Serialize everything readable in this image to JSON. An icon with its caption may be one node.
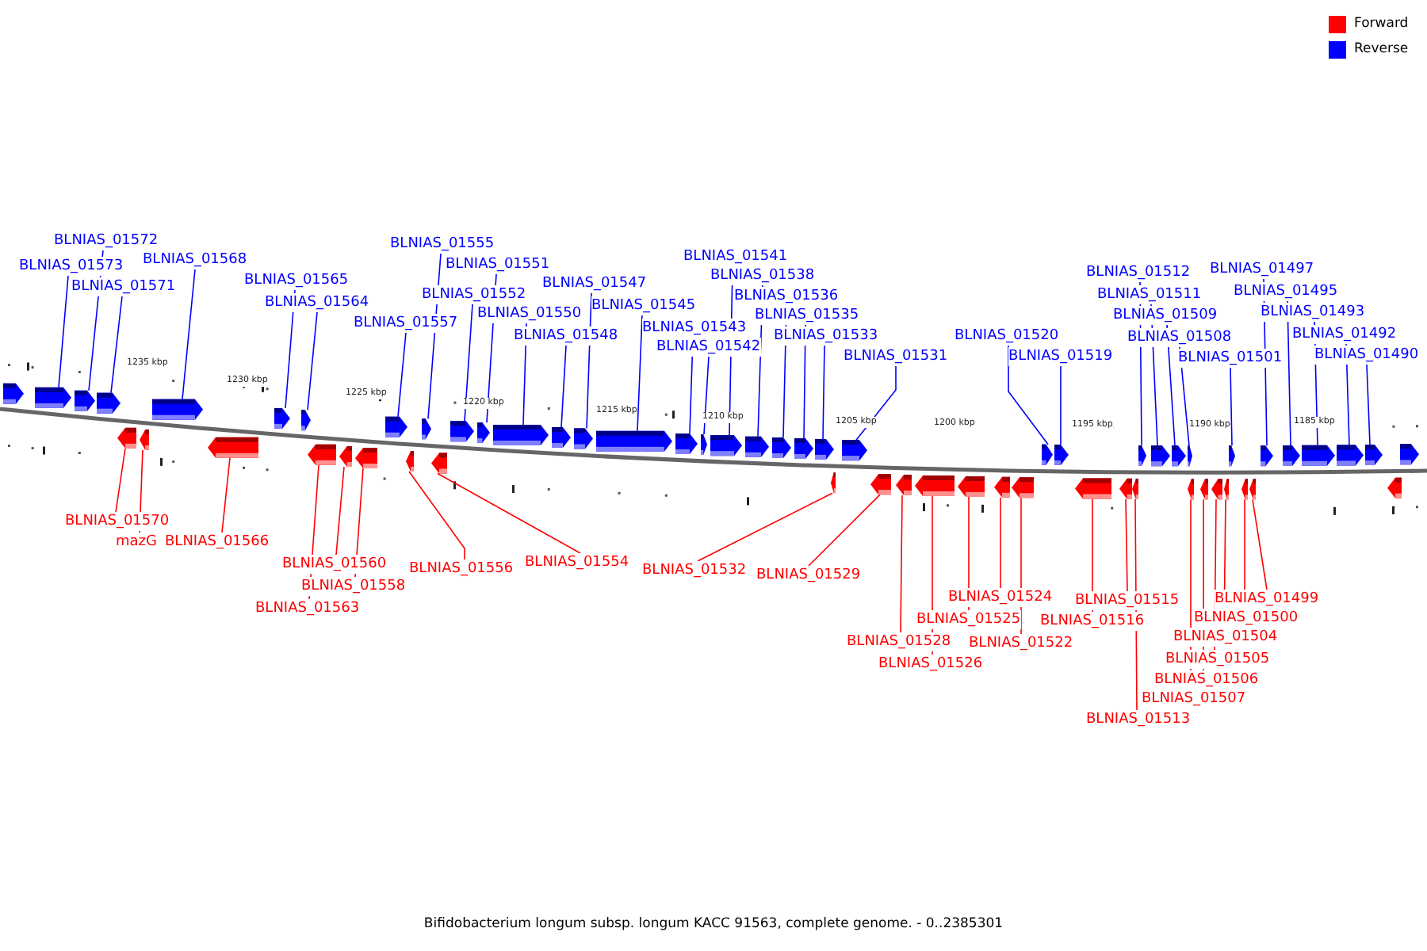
{
  "diagram": {
    "caption": "Bifidobacterium longum subsp. longum KACC 91563, complete genome. - 0..2385301",
    "nodes": [
      {
        "text": [
          "BLNIAS_01572"
        ]
      },
      {
        "text": [
          "BLNIAS_01573"
        ]
      },
      {
        "text": [
          "BLNIAS_01571"
        ]
      },
      {
        "text": [
          "BLNIAS_01568"
        ]
      },
      {
        "text": [
          "BLNIAS_01565"
        ]
      },
      {
        "text": [
          "BLNIAS_01564"
        ]
      },
      {
        "text": [
          "BLNIAS_01557"
        ]
      },
      {
        "text": [
          "BLNIAS_01555"
        ]
      },
      {
        "text": [
          "BLNIAS_01551"
        ]
      },
      {
        "text": [
          "BLNIAS_01552"
        ]
      },
      {
        "text": [
          "BLNIAS_01550"
        ]
      },
      {
        "text": [
          "BLNIAS_01548"
        ]
      },
      {
        "text": [
          "BLNIAS_01547"
        ]
      },
      {
        "text": [
          "BLNIAS_01545"
        ]
      },
      {
        "text": [
          "BLNIAS_01543"
        ]
      },
      {
        "text": [
          "BLNIAS_01542"
        ]
      },
      {
        "text": [
          "BLNIAS_01541"
        ]
      },
      {
        "text": [
          "BLNIAS_01538"
        ]
      },
      {
        "text": [
          "BLNIAS_01536"
        ]
      },
      {
        "text": [
          "BLNIAS_01535"
        ]
      },
      {
        "text": [
          "BLNIAS_01533"
        ]
      },
      {
        "text": [
          "BLNIAS_01531"
        ]
      },
      {
        "text": [
          "BLNIAS_01520"
        ]
      },
      {
        "text": [
          "BLNIAS_01519"
        ]
      },
      {
        "text": [
          "BLNIAS_01512"
        ]
      },
      {
        "text": [
          "BLNIAS_01511"
        ]
      },
      {
        "text": [
          "BLNIAS_01509"
        ]
      },
      {
        "text": [
          "BLNIAS_01508"
        ]
      },
      {
        "text": [
          "BLNIAS_01501"
        ]
      },
      {
        "text": [
          "BLNIAS_01497"
        ]
      },
      {
        "text": [
          "BLNIAS_01495"
        ]
      },
      {
        "text": [
          "BLNIAS_01493"
        ]
      },
      {
        "text": [
          "BLNIAS_01492"
        ]
      },
      {
        "text": [
          "BLNIAS_01490"
        ]
      },
      {
        "text": [
          "BLNIAS_01570"
        ]
      },
      {
        "text": [
          "mazG"
        ]
      },
      {
        "text": [
          "BLNIAS_01566"
        ]
      },
      {
        "text": [
          "BLNIAS_01560"
        ]
      },
      {
        "text": [
          "BLNIAS_01558"
        ]
      },
      {
        "text": [
          "BLNIAS_01563"
        ]
      },
      {
        "text": [
          "BLNIAS_01556"
        ]
      },
      {
        "text": [
          "BLNIAS_01554"
        ]
      },
      {
        "text": [
          "BLNIAS_01532"
        ]
      },
      {
        "text": [
          "BLNIAS_01529"
        ]
      },
      {
        "text": [
          "BLNIAS_01528"
        ]
      },
      {
        "text": [
          "BLNIAS_01526"
        ]
      },
      {
        "text": [
          "BLNIAS_01525"
        ]
      },
      {
        "text": [
          "BLNIAS_01524"
        ]
      },
      {
        "text": [
          "BLNIAS_01522"
        ]
      },
      {
        "text": [
          "BLNIAS_01516"
        ]
      },
      {
        "text": [
          "BLNIAS_01515"
        ]
      },
      {
        "text": [
          "BLNIAS_01513"
        ]
      },
      {
        "text": [
          "BLNIAS_01507"
        ]
      },
      {
        "text": [
          "BLNIAS_01506"
        ]
      },
      {
        "text": [
          "BLNIAS_01505"
        ]
      },
      {
        "text": [
          "BLNIAS_01504"
        ]
      },
      {
        "text": [
          "BLNIAS_01500"
        ]
      },
      {
        "text": [
          "BLNIAS_01499"
        ]
      },
      {
        "text": [],
        "shape": "arrow"
      },
      {
        "text": [],
        "shape": "arrow"
      },
      {
        "text": [],
        "shape": "arrow"
      },
      {
        "text": [],
        "shape": "arrow"
      },
      {
        "text": [],
        "shape": "arrow"
      },
      {
        "text": [],
        "shape": "arrow"
      },
      {
        "text": [],
        "shape": "arrow"
      },
      {
        "text": [],
        "shape": "arrow"
      },
      {
        "text": [],
        "shape": "arrow"
      },
      {
        "text": [],
        "shape": "arrow"
      },
      {
        "text": [],
        "shape": "arrow"
      },
      {
        "text": [],
        "shape": "arrow"
      },
      {
        "text": [],
        "shape": "arrow"
      },
      {
        "text": [],
        "shape": "arrow"
      },
      {
        "text": [],
        "shape": "arrow"
      },
      {
        "text": [],
        "shape": "arrow"
      },
      {
        "text": [],
        "shape": "arrow"
      },
      {
        "text": [],
        "shape": "arrow"
      },
      {
        "text": [],
        "shape": "arrow"
      },
      {
        "text": [],
        "shape": "arrow"
      },
      {
        "text": [],
        "shape": "arrow"
      },
      {
        "text": [],
        "shape": "arrow"
      },
      {
        "text": [],
        "shape": "arrow"
      },
      {
        "text": [],
        "shape": "arrow"
      },
      {
        "text": [],
        "shape": "arrow"
      },
      {
        "text": [],
        "shape": "arrow"
      },
      {
        "text": [],
        "shape": "arrow"
      },
      {
        "text": [],
        "shape": "arrow"
      },
      {
        "text": [],
        "shape": "arrow"
      },
      {
        "text": [],
        "shape": "arrow"
      },
      {
        "text": [],
        "shape": "arrow"
      },
      {
        "text": [],
        "shape": "arrow"
      },
      {
        "text": [],
        "shape": "arrow"
      },
      {
        "text": [],
        "shape": "arrow"
      },
      {
        "text": [],
        "shape": "arrow"
      },
      {
        "text": [],
        "shape": "arrow"
      },
      {
        "text": [],
        "shape": "arrow"
      },
      {
        "text": [],
        "shape": "arrow"
      },
      {
        "text": [],
        "shape": "arrow"
      },
      {
        "text": [],
        "shape": "arrow"
      },
      {
        "text": [],
        "shape": "arrow"
      },
      {
        "text": [],
        "shape": "arrow"
      },
      {
        "text": [],
        "shape": "arrow"
      },
      {
        "text": [],
        "shape": "arrow"
      },
      {
        "text": [],
        "shape": "arrow"
      },
      {
        "text": [],
        "shape": "arrow"
      },
      {
        "text": [],
        "shape": "arrow"
      },
      {
        "text": [],
        "shape": "arrow"
      },
      {
        "text": [],
        "shape": "arrow"
      },
      {
        "text": [],
        "shape": "arrow"
      },
      {
        "text": [],
        "shape": "arrow"
      },
      {
        "text": [],
        "shape": "arrow"
      },
      {
        "text": [],
        "shape": "arrow"
      },
      {
        "text": [],
        "shape": "arrow"
      },
      {
        "text": [],
        "shape": "arrow"
      },
      {
        "text": [],
        "shape": "arrow"
      },
      {
        "text": [],
        "shape": "arrow"
      },
      {
        "text": [],
        "shape": "arrow"
      },
      {
        "text": [],
        "shape": "arrow"
      },
      {
        "text": [],
        "shape": "arrow"
      },
      {
        "text": [],
        "shape": "arrow"
      }
    ],
    "edges": [
      {
        "from": 0,
        "to": 60,
        "arrow": "none"
      },
      {
        "from": 1,
        "to": 59,
        "arrow": "none"
      },
      {
        "from": 2,
        "to": 61,
        "arrow": "none"
      },
      {
        "from": 3,
        "to": 62,
        "arrow": "none"
      },
      {
        "from": 4,
        "to": 63,
        "arrow": "none"
      },
      {
        "from": 5,
        "to": 64,
        "arrow": "none"
      },
      {
        "from": 6,
        "to": 65,
        "arrow": "none"
      },
      {
        "from": 7,
        "to": 66,
        "arrow": "none"
      },
      {
        "from": 8,
        "to": 68,
        "arrow": "none"
      },
      {
        "from": 9,
        "to": 67,
        "arrow": "none"
      },
      {
        "from": 10,
        "to": 69,
        "arrow": "none"
      },
      {
        "from": 11,
        "to": 70,
        "arrow": "none"
      },
      {
        "from": 12,
        "to": 71,
        "arrow": "none"
      },
      {
        "from": 13,
        "to": 72,
        "arrow": "none"
      },
      {
        "from": 14,
        "to": 73,
        "arrow": "none"
      },
      {
        "from": 15,
        "to": 74,
        "arrow": "none"
      },
      {
        "from": 16,
        "to": 75,
        "arrow": "none"
      },
      {
        "from": 17,
        "to": 76,
        "arrow": "none"
      },
      {
        "from": 18,
        "to": 77,
        "arrow": "none"
      },
      {
        "from": 19,
        "to": 78,
        "arrow": "none"
      },
      {
        "from": 20,
        "to": 79,
        "arrow": "none"
      },
      {
        "from": 21,
        "to": 80,
        "arrow": "none"
      },
      {
        "from": 22,
        "to": 81,
        "arrow": "none"
      },
      {
        "from": 23,
        "to": 82,
        "arrow": "none"
      },
      {
        "from": 24,
        "to": 83,
        "arrow": "none"
      },
      {
        "from": 25,
        "to": 84,
        "arrow": "none"
      },
      {
        "from": 26,
        "to": 85,
        "arrow": "none"
      },
      {
        "from": 27,
        "to": 86,
        "arrow": "none"
      },
      {
        "from": 28,
        "to": 87,
        "arrow": "none"
      },
      {
        "from": 29,
        "to": 88,
        "arrow": "none"
      },
      {
        "from": 30,
        "to": 89,
        "arrow": "none"
      },
      {
        "from": 31,
        "to": 90,
        "arrow": "none"
      },
      {
        "from": 32,
        "to": 91,
        "arrow": "none"
      },
      {
        "from": 33,
        "to": 92,
        "arrow": "none"
      },
      {
        "from": 34,
        "to": 94,
        "arrow": "none",
        "color": "#ff0000"
      },
      {
        "from": 35,
        "to": 95,
        "arrow": "none",
        "color": "#ff0000"
      },
      {
        "from": 36,
        "to": 96,
        "arrow": "none",
        "color": "#ff0000"
      },
      {
        "from": 37,
        "to": 98,
        "arrow": "none",
        "color": "#ff0000"
      },
      {
        "from": 38,
        "to": 99,
        "arrow": "none",
        "color": "#ff0000"
      },
      {
        "from": 39,
        "to": 97,
        "arrow": "none",
        "color": "#ff0000"
      },
      {
        "from": 40,
        "to": 100,
        "arrow": "none",
        "color": "#ff0000"
      },
      {
        "from": 41,
        "to": 101,
        "arrow": "none",
        "color": "#ff0000"
      },
      {
        "from": 42,
        "to": 102,
        "arrow": "none",
        "color": "#ff0000"
      },
      {
        "from": 43,
        "to": 103,
        "arrow": "none",
        "color": "#ff0000"
      },
      {
        "from": 44,
        "to": 104,
        "arrow": "none",
        "color": "#ff0000"
      },
      {
        "from": 45,
        "to": 105,
        "arrow": "none",
        "color": "#ff0000"
      },
      {
        "from": 46,
        "to": 106,
        "arrow": "none",
        "color": "#ff0000"
      },
      {
        "from": 47,
        "to": 107,
        "arrow": "none",
        "color": "#ff0000"
      },
      {
        "from": 48,
        "to": 108,
        "arrow": "none",
        "color": "#ff0000"
      },
      {
        "from": 49,
        "to": 109,
        "arrow": "none",
        "color": "#ff0000"
      },
      {
        "from": 50,
        "to": 110,
        "arrow": "none",
        "color": "#ff0000"
      },
      {
        "from": 51,
        "to": 111,
        "arrow": "none",
        "color": "#ff0000"
      },
      {
        "from": 52,
        "to": 112,
        "arrow": "none",
        "color": "#ff0000"
      },
      {
        "from": 53,
        "to": 113,
        "arrow": "none",
        "color": "#ff0000"
      },
      {
        "from": 54,
        "to": 114,
        "arrow": "none",
        "color": "#ff0000"
      },
      {
        "from": 55,
        "to": 115,
        "arrow": "none",
        "color": "#ff0000"
      },
      {
        "from": 56,
        "to": 116,
        "arrow": "none",
        "color": "#ff0000"
      },
      {
        "from": 57,
        "to": 117,
        "arrow": "none",
        "color": "#ff0000"
      }
    ],
    "labels": [
      "1235 kbp",
      "1230 kbp",
      "1225 kbp",
      "1220 kbp",
      "1215 kbp",
      "1210 kbp",
      "1205 kbp",
      "1200 kbp",
      "1195 kbp",
      "1190 kbp",
      "1185 kbp"
    ],
    "legend": [
      {
        "text": "Forward",
        "color": "#ff0000"
      },
      {
        "text": "Reverse",
        "color": "#0000ff"
      }
    ]
  }
}
